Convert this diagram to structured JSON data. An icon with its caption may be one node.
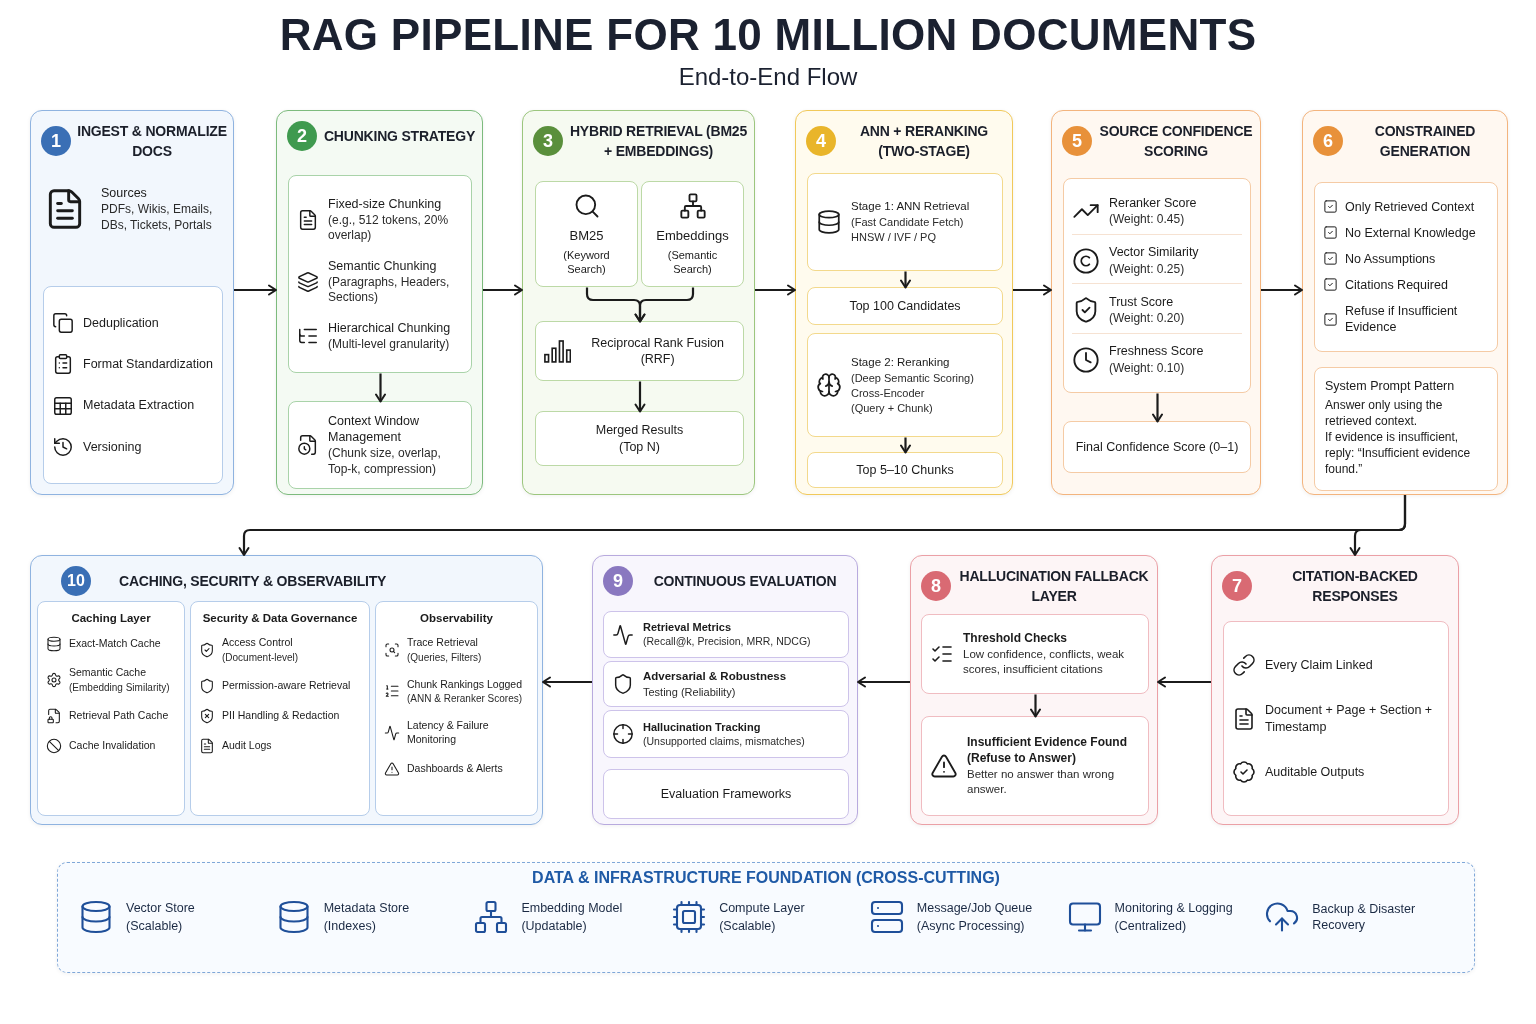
{
  "diagram": {
    "title": "RAG PIPELINE FOR 10 MILLION DOCUMENTS",
    "nodes": [
      {
        "text": [
          "1",
          "INGEST & NORMALIZE DOCS",
          "Sources",
          "PDFs, Wikis, Emails, DBs, Tickets, Portals"
        ]
      },
      {
        "text": [
          "Deduplication",
          "Format Standardization",
          "Metadata Extraction",
          "Versioning"
        ],
        "in": 0
      },
      {
        "text": [
          "2",
          "CHUNKING STRATEGY"
        ]
      },
      {
        "text": [
          "Fixed-size Chunking",
          "(e.g., 512 tokens, 20% overlap)",
          "Semantic Chunking",
          "(Paragraphs, Headers, Sections)",
          "Hierarchical Chunking",
          "(Multi-level granularity)"
        ],
        "in": 2
      },
      {
        "text": [
          "Context Window Management",
          "(Chunk size, overlap, Top-k, compression)"
        ],
        "in": 2
      },
      {
        "text": [
          "3",
          "HYBRID RETRIEVAL (BM25 + EMBEDDINGS)"
        ]
      },
      {
        "text": [
          "BM25",
          "(Keyword Search)"
        ],
        "in": 5
      },
      {
        "text": [
          "Embeddings",
          "(Semantic Search)"
        ],
        "in": 5
      },
      {
        "text": [
          "Reciprocal Rank Fusion (RRF)"
        ],
        "in": 5
      },
      {
        "text": [
          "Merged Results",
          "(Top N)"
        ],
        "in": 5
      },
      {
        "text": [
          "4",
          "ANN + RERANKING (TWO-STAGE)"
        ]
      },
      {
        "text": [
          "Stage 1: ANN Retrieval",
          "(Fast Candidate Fetch)",
          "HNSW / IVF / PQ"
        ],
        "in": 10
      },
      {
        "text": [
          "Top 100 Candidates"
        ],
        "in": 10
      },
      {
        "text": [
          "Stage 2: Reranking",
          "(Deep Semantic Scoring)",
          "Cross-Encoder",
          "(Query + Chunk)"
        ],
        "in": 10
      },
      {
        "text": [
          "Top 5–10 Chunks"
        ],
        "in": 10
      },
      {
        "text": [
          "5",
          "SOURCE CONFIDENCE SCORING"
        ]
      },
      {
        "text": [
          "Reranker Score",
          "(Weight: 0.45)",
          "Vector Similarity",
          "(Weight: 0.25)",
          "Trust Score",
          "(Weight: 0.20)",
          "Freshness Score",
          "(Weight: 0.10)"
        ],
        "in": 15
      },
      {
        "text": [
          "Final Confidence Score (0–1)"
        ],
        "in": 15
      },
      {
        "text": [
          "6",
          "CONSTRAINED GENERATION"
        ]
      },
      {
        "text": [
          "Only Retrieved Context",
          "No External Knowledge",
          "No Assumptions",
          "Citations Required",
          "Refuse if Insufficient Evidence"
        ],
        "in": 18
      },
      {
        "text": [
          "System Prompt Pattern",
          "Answer only using the retrieved context.",
          "If evidence is insufficient, reply: “Insufficient evidence found.”"
        ],
        "in": 18
      },
      {
        "text": [
          "10",
          "CACHING, SECURITY & OBSERVABILITY"
        ]
      },
      {
        "text": [
          "Caching Layer",
          "Exact-Match Cache",
          "Semantic Cache",
          "(Embedding Similarity)",
          "Retrieval Path Cache",
          "Cache Invalidation"
        ],
        "in": 21
      },
      {
        "text": [
          "Security & Data Governance",
          "Access Control",
          "(Document-level)",
          "Permission-aware Retrieval",
          "PII Handling & Redaction",
          "Audit Logs"
        ],
        "in": 21
      },
      {
        "text": [
          "Observability",
          "Trace Retrieval",
          "(Queries, Filters)",
          "Chunk Rankings Logged",
          "(ANN & Reranker Scores)",
          "Latency & Failure Monitoring",
          "Dashboards & Alerts"
        ],
        "in": 21
      },
      {
        "text": [
          "9",
          "CONTINUOUS EVALUATION"
        ]
      },
      {
        "text": [
          "Retrieval Metrics",
          "(Recall@k, Precision, MRR, NDCG)"
        ],
        "in": 25
      },
      {
        "text": [
          "Adversarial & Robustness",
          "Testing (Reliability)"
        ],
        "in": 25
      },
      {
        "text": [
          "Hallucination Tracking",
          "(Unsupported claims, mismatches)"
        ],
        "in": 25
      },
      {
        "text": [
          "Evaluation Frameworks"
        ],
        "in": 25
      },
      {
        "text": [
          "8",
          "HALLUCINATION FALLBACK LAYER"
        ]
      },
      {
        "text": [
          "Threshold Checks",
          "Low confidence, conflicts, weak scores, insufficient citations"
        ],
        "in": 30
      },
      {
        "text": [
          "Insufficient Evidence Found (Refuse to Answer)",
          "Better no answer than wrong answer."
        ],
        "in": 30
      },
      {
        "text": [
          "7",
          "CITATION-BACKED RESPONSES"
        ]
      },
      {
        "text": [
          "Every Claim Linked",
          "Document + Page + Section + Timestamp",
          "Auditable Outputs"
        ],
        "in": 33
      },
      {
        "text": [
          "DATA & INFRASTRUCTURE FOUNDATION (CROSS-CUTTING)",
          "Vector Store",
          "(Scalable)",
          "Metadata Store",
          "(Indexes)",
          "Embedding Model",
          "(Updatable)",
          "Compute Layer",
          "(Scalable)",
          "Message/Job Queue",
          "(Async Processing)",
          "Monitoring & Logging",
          "(Centralized)",
          "Backup & Disaster Recovery"
        ]
      }
    ],
    "edges": [
      {
        "from": 0,
        "to": 2,
        "arrow": "to"
      },
      {
        "from": 2,
        "to": 5,
        "arrow": "to"
      },
      {
        "from": 5,
        "to": 10,
        "arrow": "to"
      },
      {
        "from": 10,
        "to": 15,
        "arrow": "to"
      },
      {
        "from": 15,
        "to": 18,
        "arrow": "to"
      },
      {
        "from": 18,
        "to": 33,
        "arrow": "to"
      },
      {
        "from": 18,
        "to": 21,
        "arrow": "to"
      },
      {
        "from": 33,
        "to": 30,
        "arrow": "to"
      },
      {
        "from": 30,
        "to": 25,
        "arrow": "to"
      },
      {
        "from": 25,
        "to": 21,
        "arrow": "to"
      },
      {
        "from": 3,
        "to": 4,
        "arrow": "to"
      },
      {
        "from": 6,
        "to": 8,
        "arrow": "to"
      },
      {
        "from": 7,
        "to": 8,
        "arrow": "to"
      },
      {
        "from": 8,
        "to": 9,
        "arrow": "to"
      },
      {
        "from": 11,
        "to": 12,
        "arrow": "to"
      },
      {
        "from": 13,
        "to": 14,
        "arrow": "to"
      },
      {
        "from": 16,
        "to": 17,
        "arrow": "to"
      },
      {
        "from": 31,
        "to": 32,
        "arrow": "to"
      }
    ],
    "labels": [
      "End-to-End Flow"
    ]
  }
}
